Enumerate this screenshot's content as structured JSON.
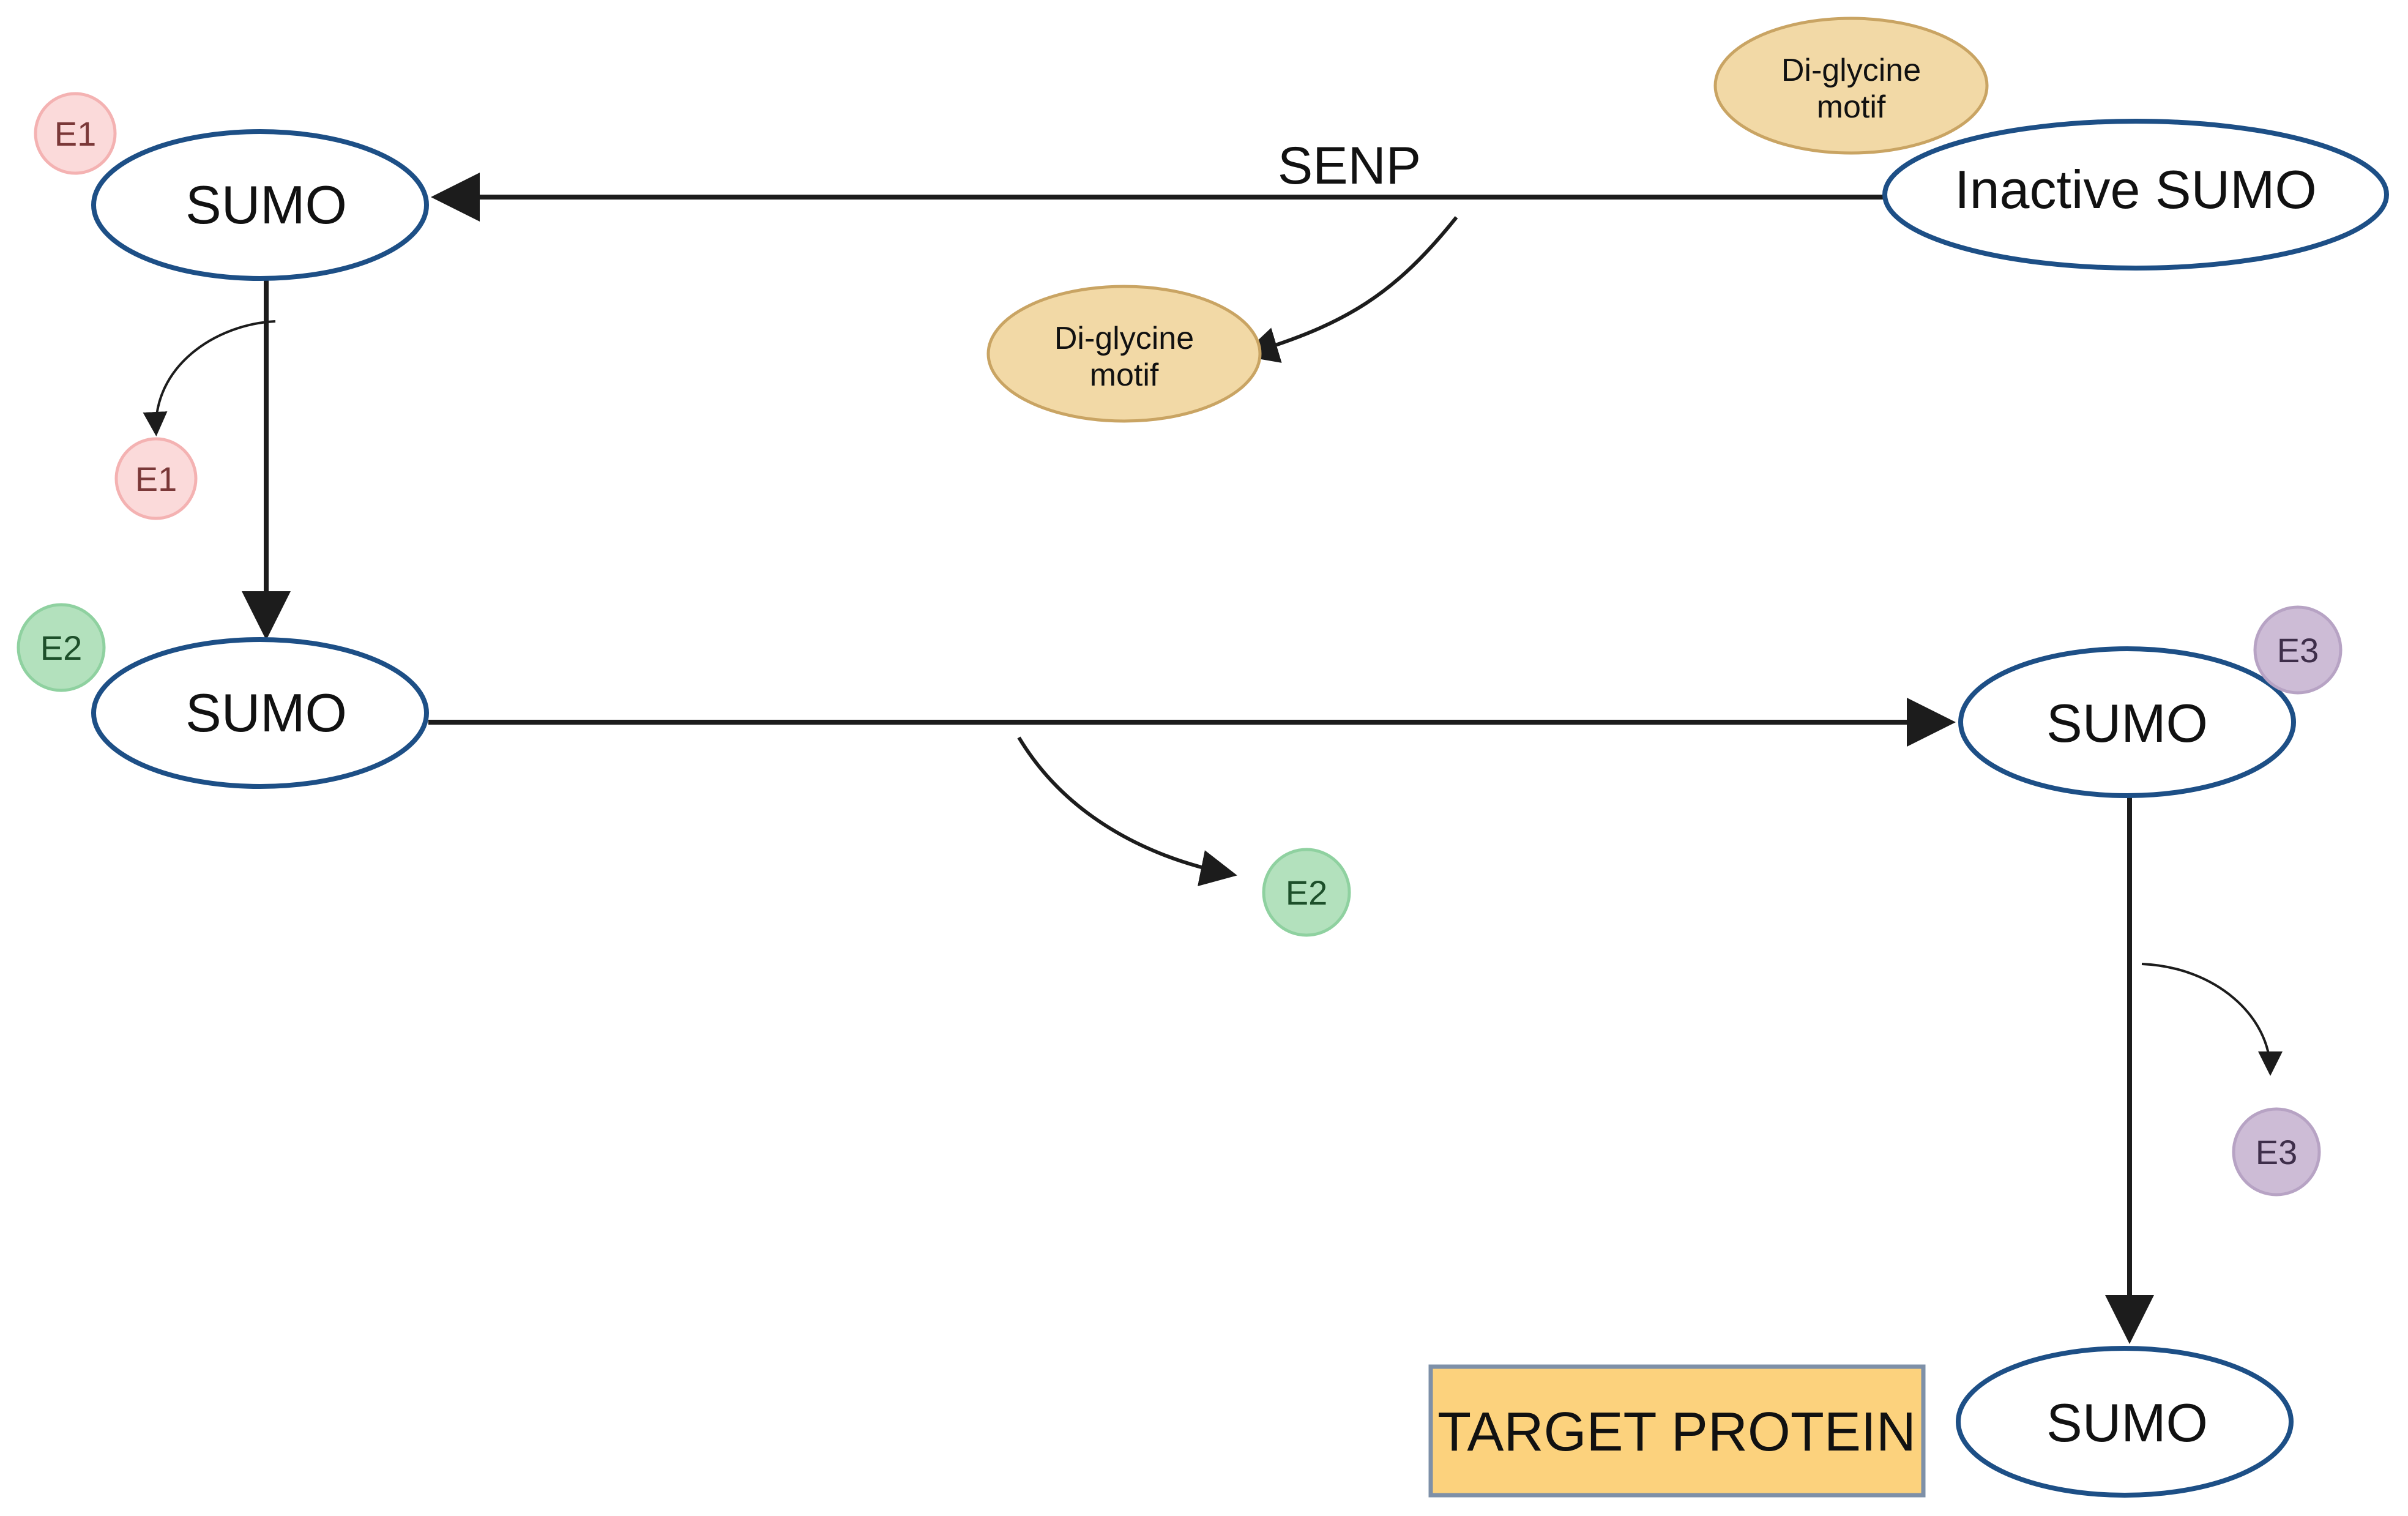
{
  "colors": {
    "node_stroke": "#1d4f86",
    "arrow": "#1c1c1c",
    "diglycine_fill": "#f2d9a6",
    "diglycine_stroke": "#c9a463",
    "e1_fill": "#fbdada",
    "e1_stroke": "#f4b2b2",
    "e1_text": "#7a3838",
    "e2_fill": "#b3e1bd",
    "e2_stroke": "#8fd1a0",
    "e2_text": "#1d4f2a",
    "e3_fill": "#cdbcd6",
    "e3_stroke": "#b7a3c4",
    "e3_text": "#3e2e4a",
    "target_fill": "#fcd27d",
    "target_stroke": "#7e90a8"
  },
  "nodes": {
    "inactive_sumo": "Inactive SUMO",
    "sumo_e1": "SUMO",
    "sumo_e2": "SUMO",
    "sumo_e3": "SUMO",
    "sumo_target": "SUMO",
    "target_protein": "TARGET PROTEIN"
  },
  "labels": {
    "senp": "SENP"
  },
  "diglycine": {
    "attached_line1": "Di-glycine",
    "attached_line2": "motif",
    "released_line1": "Di-glycine",
    "released_line2": "motif"
  },
  "enzymes": {
    "e1_bound": "E1",
    "e1_released": "E1",
    "e2_bound": "E2",
    "e2_released": "E2",
    "e3_bound": "E3",
    "e3_released": "E3"
  }
}
